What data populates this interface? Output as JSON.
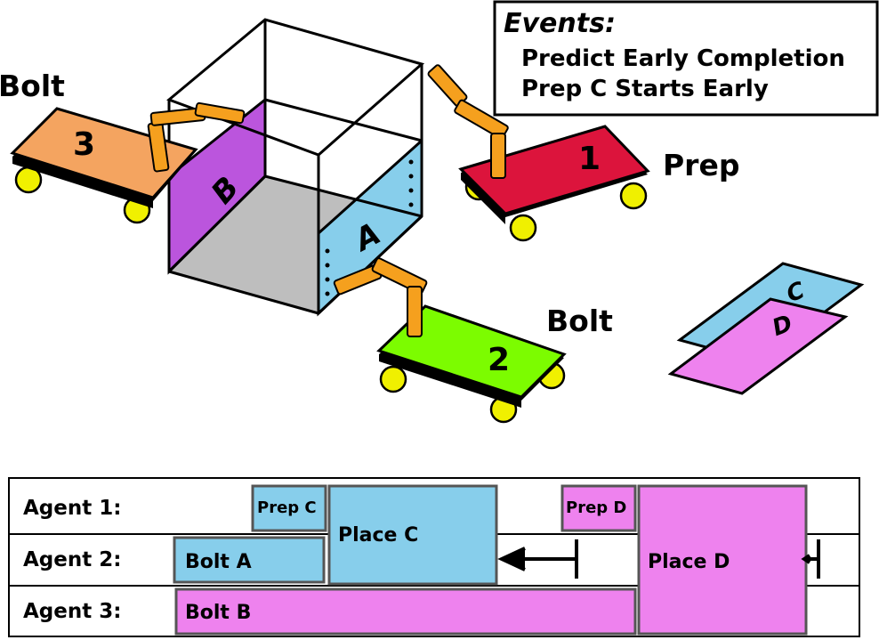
{
  "events": {
    "title": "Events:",
    "items": [
      "Predict Early Completion",
      "Prep C Starts Early"
    ]
  },
  "robots": [
    {
      "number": "1",
      "role": "Prep"
    },
    {
      "number": "2",
      "role": "Bolt"
    },
    {
      "number": "3",
      "role": "Bolt"
    }
  ],
  "panels": {
    "a": "A",
    "b": "B",
    "c": "C",
    "d": "D"
  },
  "schedule": {
    "agents": [
      "Agent 1:",
      "Agent 2:",
      "Agent 3:"
    ],
    "tasks": {
      "prep_c": "Prep C",
      "place_c": "Place C",
      "prep_d": "Prep D",
      "bolt_a": "Bolt A",
      "place_d": "Place D",
      "bolt_b": "Bolt B"
    }
  },
  "colors": {
    "blue": "#87ceeb",
    "pink": "#ee82ee",
    "purple": "#bb55dd",
    "orange": "#f4a460",
    "red": "#dc143c",
    "green": "#7cfc00",
    "arm": "#f5a01e",
    "wheel": "#f0f000"
  }
}
